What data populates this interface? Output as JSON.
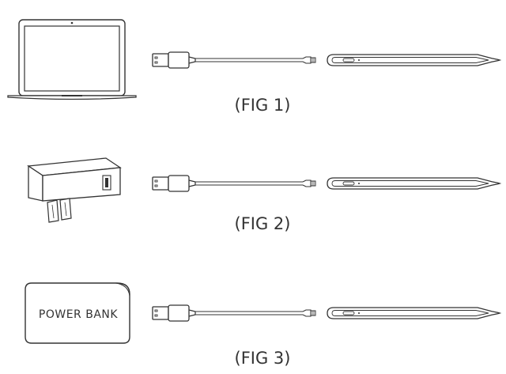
{
  "figures": [
    {
      "caption": "(FIG  1)",
      "source": "laptop"
    },
    {
      "caption": "(FIG  2)",
      "source": "wall-adapter"
    },
    {
      "caption": "(FIG  3)",
      "source": "power-bank",
      "source_label": "POWER BANK"
    }
  ],
  "colors": {
    "line": "#333333",
    "background": "#ffffff",
    "text": "#333333"
  }
}
